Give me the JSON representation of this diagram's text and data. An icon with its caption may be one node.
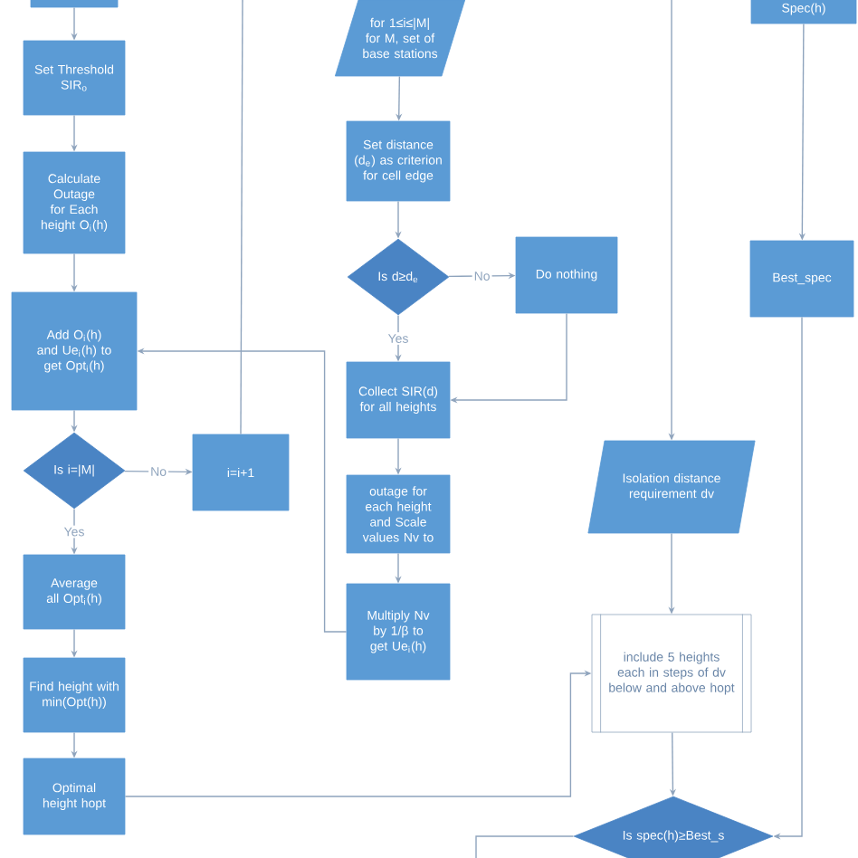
{
  "diagram": {
    "nodes": [
      {
        "text": [],
        "shape": "box"
      },
      {
        "text": [
          "Set Threshold SIR$_{o}$"
        ]
      },
      {
        "text": [
          "Calculate Outage for Each height O$_{i}$(h)"
        ]
      },
      {
        "text": [
          "Add O$_{i}$(h) and Ue$_{i}$(h) to get Opt$_{i}$(h)"
        ]
      },
      {
        "text": [
          "Is i=|M|"
        ]
      },
      {
        "text": [
          "i=i+1"
        ]
      },
      {
        "text": [
          "Average all Opt$_{i}$(h)"
        ]
      },
      {
        "text": [
          "Find height with min(Opt(h))"
        ]
      },
      {
        "text": [
          "Optimal height hopt"
        ]
      },
      {
        "text": [
          "for 1≤i≤|M| for M, set of base stations"
        ]
      },
      {
        "text": [
          "Set distance (d$_{e}$) as criterion for cell edge"
        ]
      },
      {
        "text": [
          "Is d≥d$_{e}$"
        ]
      },
      {
        "text": [
          "Do nothing"
        ]
      },
      {
        "text": [
          "Collect SIR(d) for all heights"
        ]
      },
      {
        "text": [
          "outage for each height and Scale values Nv to"
        ]
      },
      {
        "text": [
          "Multiply Nv by 1/β to get Ue$_{i}$(h)"
        ]
      },
      {
        "text": [
          "Spec(h)"
        ]
      },
      {
        "text": [
          "Best_spec"
        ]
      },
      {
        "text": [
          "Isolation distance requirement dv"
        ]
      },
      {
        "text": [
          "include 5 heights each in steps of dv below and above hopt"
        ]
      },
      {
        "text": [
          "Is spec(h)≥Best_s"
        ]
      }
    ],
    "edges": [
      {
        "from": 0,
        "to": 1,
        "arrow": "to"
      },
      {
        "from": 1,
        "to": 2,
        "arrow": "to"
      },
      {
        "from": 2,
        "to": 3,
        "arrow": "to"
      },
      {
        "from": 3,
        "to": 4,
        "arrow": "to"
      },
      {
        "from": 4,
        "to": 5,
        "arrow": "to",
        "label": "No"
      },
      {
        "from": 4,
        "to": 6,
        "arrow": "to",
        "label": "Yes"
      },
      {
        "from": 6,
        "to": 7,
        "arrow": "to"
      },
      {
        "from": 7,
        "to": 8,
        "arrow": "to"
      },
      {
        "from": 5,
        "to": null,
        "arrow": "none"
      },
      {
        "from": 9,
        "to": 10,
        "arrow": "to"
      },
      {
        "from": 10,
        "to": 11,
        "arrow": "to"
      },
      {
        "from": 11,
        "to": 12,
        "arrow": "to",
        "label": "No"
      },
      {
        "from": 11,
        "to": 13,
        "arrow": "to",
        "label": "Yes"
      },
      {
        "from": 12,
        "to": 13,
        "arrow": "to"
      },
      {
        "from": 13,
        "to": 14,
        "arrow": "to"
      },
      {
        "from": 14,
        "to": 15,
        "arrow": "to"
      },
      {
        "from": 15,
        "to": 3,
        "arrow": "to"
      },
      {
        "from": null,
        "to": 18,
        "arrow": "to"
      },
      {
        "from": 16,
        "to": 17,
        "arrow": "to"
      },
      {
        "from": 18,
        "to": 19,
        "arrow": "to"
      },
      {
        "from": 8,
        "to": 19,
        "arrow": "to"
      },
      {
        "from": 19,
        "to": 20,
        "arrow": "to"
      },
      {
        "from": 17,
        "to": 20,
        "arrow": "to"
      },
      {
        "from": 20,
        "to": null,
        "arrow": "none"
      }
    ]
  }
}
